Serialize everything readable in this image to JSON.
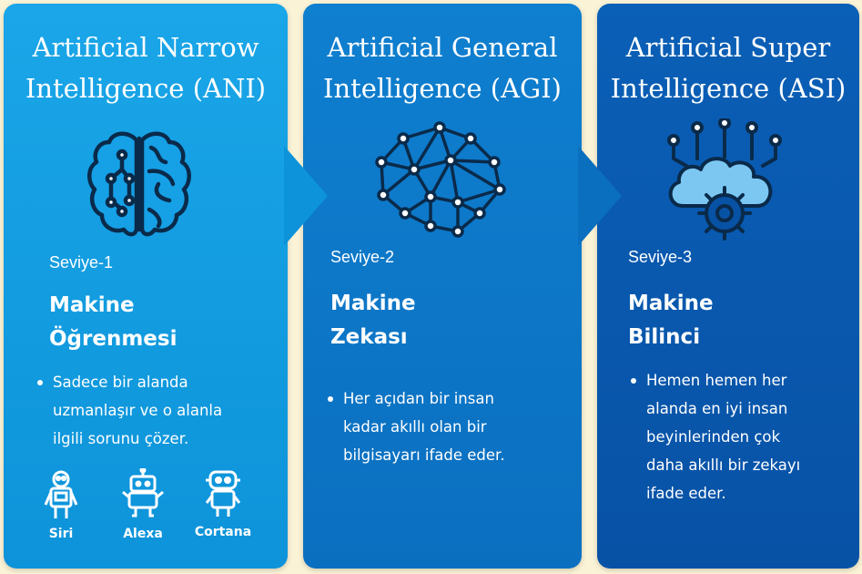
{
  "colors": {
    "background": "#fbf3d6",
    "panel1": "#1aa6e8",
    "panel2": "#0f7fcf",
    "panel3": "#0a5fb6",
    "text": "#ffffff"
  },
  "stages": [
    {
      "title_line1": "Artificial Narrow",
      "title_line2": "Intelligence (ANI)",
      "icon": "brain-circuit-icon",
      "level": "Seviye-1",
      "heading_line1": "Makine",
      "heading_line2": "Öğrenmesi",
      "desc_lines": [
        "Sadece bir alanda",
        "uzmanlaşır ve o alanla",
        "ilgili sorunu çözer."
      ],
      "assistants": [
        {
          "name": "Siri",
          "icon": "robot-icon"
        },
        {
          "name": "Alexa",
          "icon": "robot-icon"
        },
        {
          "name": "Cortana",
          "icon": "robot-icon"
        }
      ]
    },
    {
      "title_line1": "Artificial General",
      "title_line2": "Intelligence (AGI)",
      "icon": "neural-network-brain-icon",
      "level": "Seviye-2",
      "heading_line1": "Makine",
      "heading_line2": "Zekası",
      "desc_lines": [
        "Her açıdan bir insan",
        "kadar akıllı olan bir",
        "bilgisayarı ifade eder."
      ]
    },
    {
      "title_line1": "Artificial Super",
      "title_line2": "Intelligence (ASI)",
      "icon": "cloud-gear-icon",
      "level": "Seviye-3",
      "heading_line1": "Makine",
      "heading_line2": "Bilinci",
      "desc_lines": [
        "Hemen hemen her",
        "alanda en iyi insan",
        "beyinlerinden çok",
        "daha akıllı bir zekayı",
        "ifade eder."
      ]
    }
  ]
}
